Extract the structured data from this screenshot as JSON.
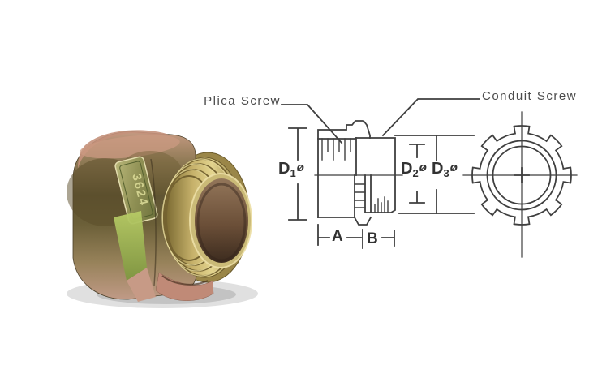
{
  "scene": {
    "background": "#ffffff"
  },
  "photo": {
    "stamp_text": "3624",
    "brass_color": "#c7b26b",
    "plate_color": "#9aa057",
    "body_color": "#6b5f38"
  },
  "drawing": {
    "line_color": "#454545",
    "text_color": "#4b4b4b",
    "callouts": {
      "plica": "Plica Screw",
      "conduit": "Conduit Screw"
    },
    "dimensions": {
      "d1": {
        "base": "D",
        "sub": "1",
        "sym": "ø"
      },
      "d2": {
        "base": "D",
        "sub": "2",
        "sym": "ø"
      },
      "d3": {
        "base": "D",
        "sub": "3",
        "sym": "ø"
      },
      "a": "A",
      "b": "B"
    }
  }
}
